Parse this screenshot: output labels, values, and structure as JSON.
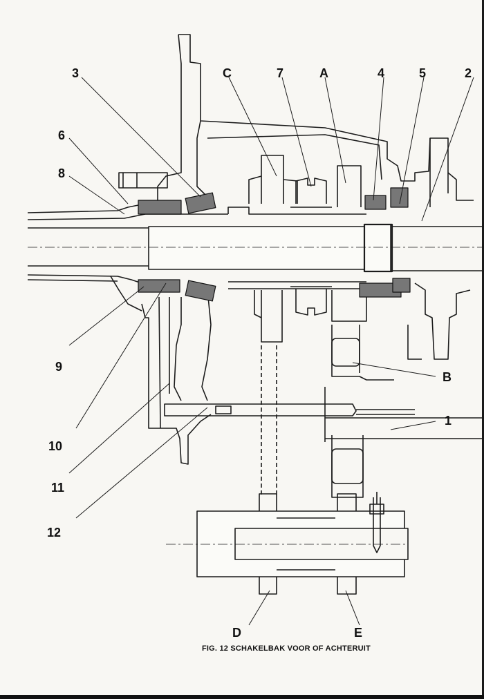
{
  "figure": {
    "caption": "FIG. 12 SCHAKELBAK VOOR OF ACHTERUIT"
  },
  "labels": {
    "l3": "3",
    "lC": "C",
    "l7": "7",
    "lA": "A",
    "l4": "4",
    "l5": "5",
    "l2": "2",
    "l6": "6",
    "l8": "8",
    "l9": "9",
    "l10": "10",
    "l11": "11",
    "l12": "12",
    "lB": "B",
    "l1": "1",
    "lD": "D",
    "lE": "E"
  }
}
